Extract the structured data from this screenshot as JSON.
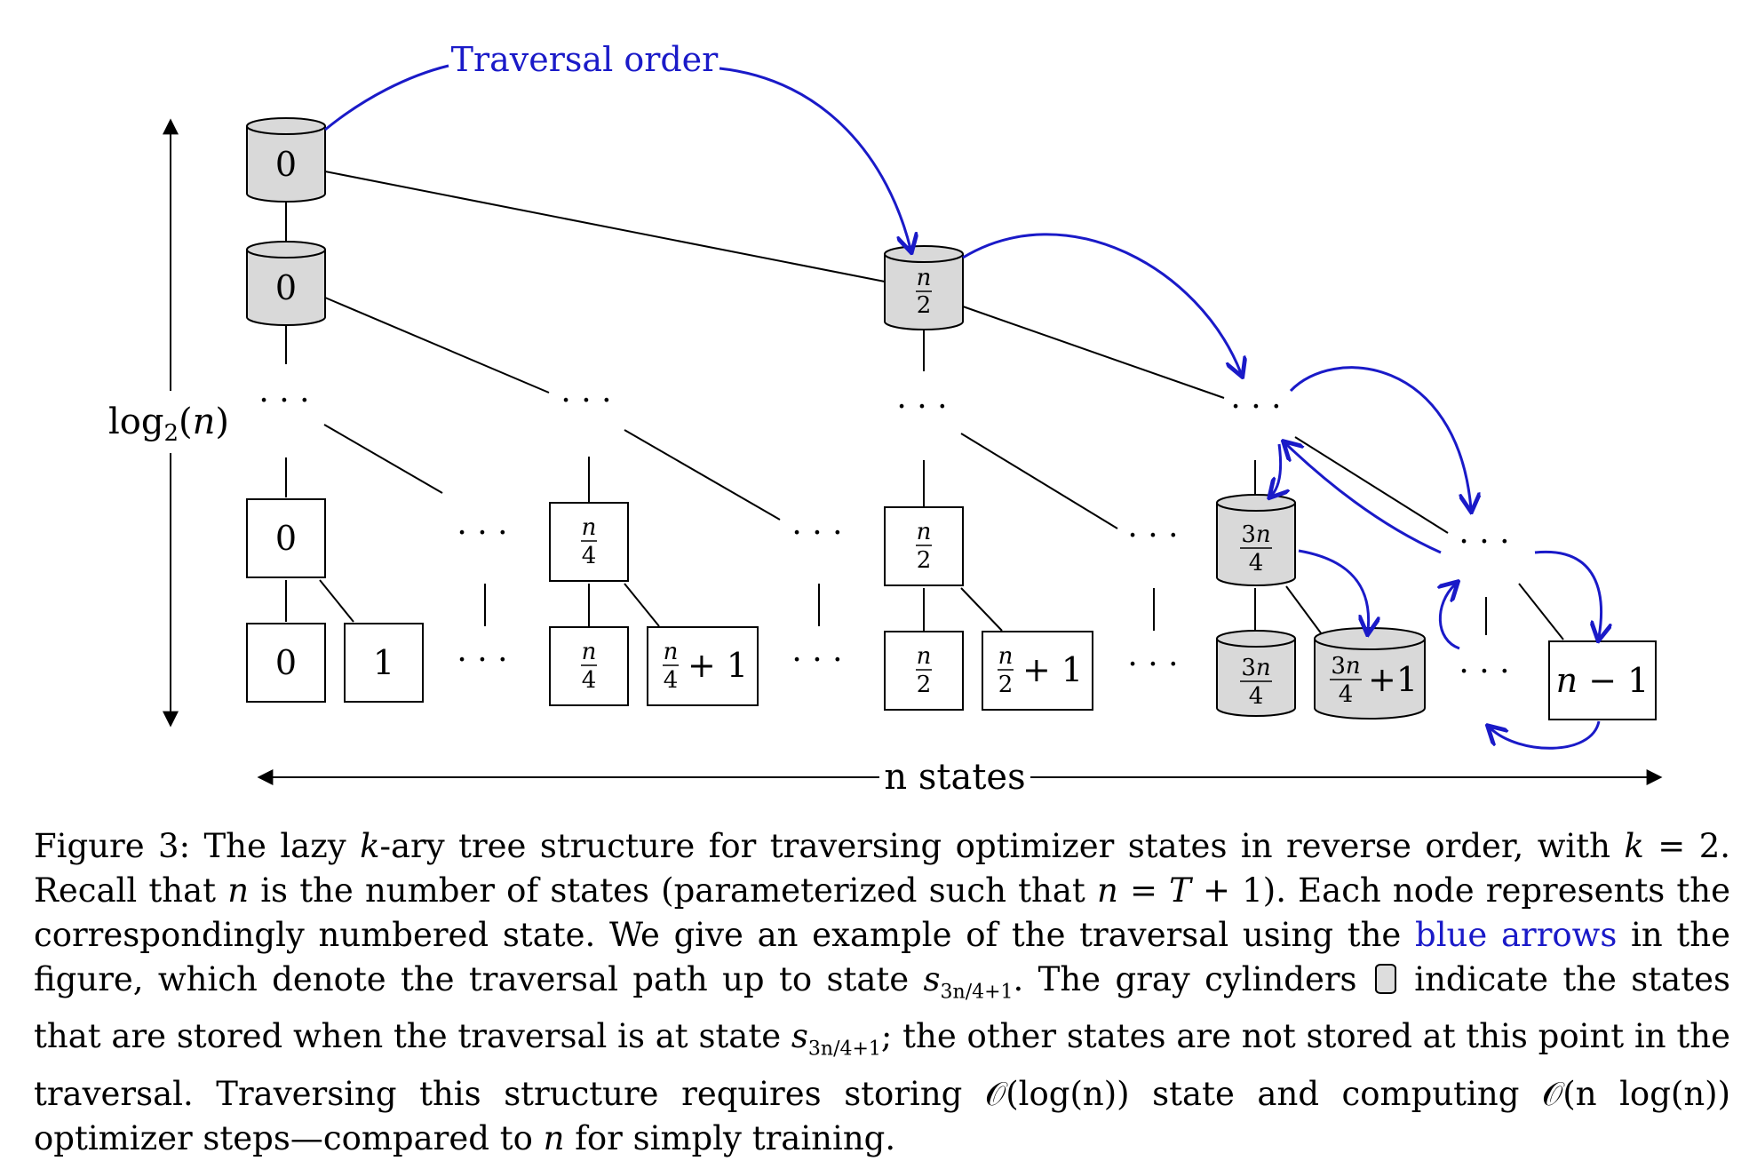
{
  "figure": {
    "traversal_label": "Traversal order",
    "y_axis_label": "log2(n)",
    "x_axis_label": "n states",
    "dots": "· · ·",
    "nodes": {
      "top_zero": "0",
      "second_zero": "0",
      "half_cyl": "n/2",
      "box_zero": "0",
      "box_n4": "n/4",
      "box_n2": "n/2",
      "cyl_3n4": "3n/4",
      "leaf_zero": "0",
      "leaf_one": "1",
      "leaf_n4": "n/4",
      "leaf_n4p1": "n/4 + 1",
      "leaf_n2": "n/2",
      "leaf_n2p1": "n/2 + 1",
      "leaf_cyl_3n4": "3n/4",
      "leaf_cyl_3n4p1": "3n/4 + 1",
      "leaf_nm1": "n − 1"
    },
    "colors": {
      "arrow": "#1a1ac8",
      "cylinder_fill": "#d9d9d9",
      "line": "#000000"
    }
  },
  "caption": {
    "p1": "Figure 3: The lazy ",
    "k": "k",
    "p2": "-ary tree structure for traversing optimizer states in reverse order, with ",
    "k2": "k",
    "p3": " = 2. Recall that ",
    "n1": "n",
    "p4": " is the number of states (parameterized such that ",
    "n2": "n",
    "p5": " = ",
    "T": "T",
    "p6": " + 1). Each node represents the correspondingly numbered state. We give an example of the traversal using the ",
    "blue": "blue arrows",
    "p7": " in the figure, which denote the traversal path up to state ",
    "s1": "s",
    "sub1": "3n/4+1",
    "p8": ". The gray cylinders ",
    "p9": " indicate the states that are stored when the traversal is at state ",
    "s2": "s",
    "sub2": "3n/4+1",
    "p10": "; the other states are not stored at this point in the traversal. Traversing this structure requires storing ",
    "o1": "𝒪(log(n))",
    "p11": " state and computing ",
    "o2": "𝒪(n log(n))",
    "p12": " optimizer steps—compared to ",
    "n3": "n",
    "p13": " for simply training."
  }
}
